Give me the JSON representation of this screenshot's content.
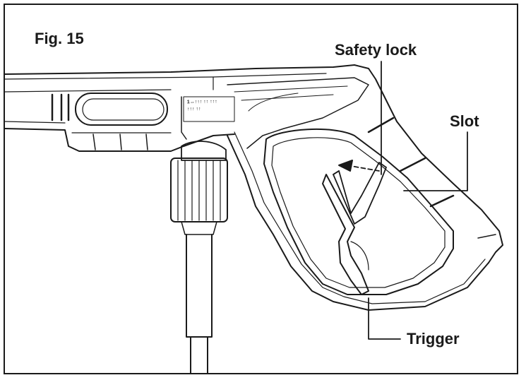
{
  "figure": {
    "title": "Fig. 15"
  },
  "callouts": {
    "safety_lock": "Safety lock",
    "slot": "Slot",
    "trigger": "Trigger"
  },
  "housing_marking_lines": [
    "1↔↑↑↑ ↑↑ ↑↑↑",
    "↑↑↑ ↑↑"
  ],
  "colors": {
    "line": "#1a1a1a",
    "background": "#ffffff"
  }
}
